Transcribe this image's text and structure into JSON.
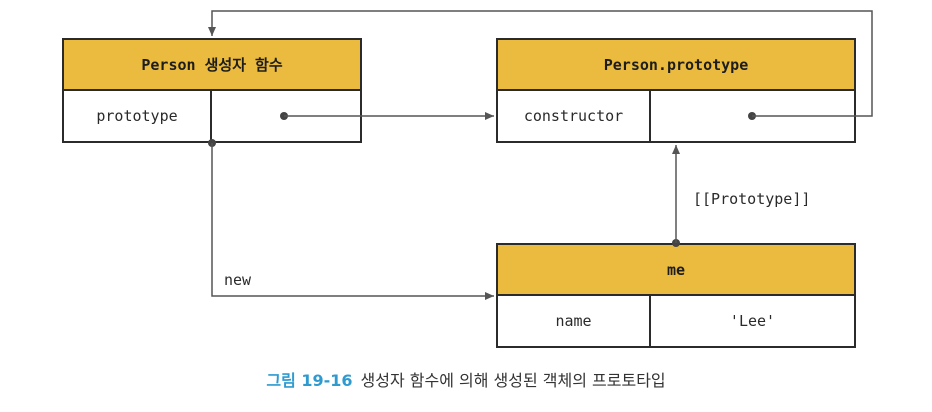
{
  "boxes": {
    "constructor_fn": {
      "header": "Person 생성자 함수",
      "key": "prototype",
      "value": ""
    },
    "prototype_obj": {
      "header": "Person.prototype",
      "key": "constructor",
      "value": ""
    },
    "instance": {
      "header": "me",
      "key": "name",
      "value": "'Lee'"
    }
  },
  "edge_labels": {
    "new": "new",
    "proto_link": "[[Prototype]]"
  },
  "caption": {
    "figure_number": "그림 19-16",
    "text": "생성자 함수에 의해 생성된 객체의 프로토타입"
  },
  "colors": {
    "header_fill": "#ebbb3f",
    "line": "#555555",
    "caption_number": "#2f9ad0"
  }
}
